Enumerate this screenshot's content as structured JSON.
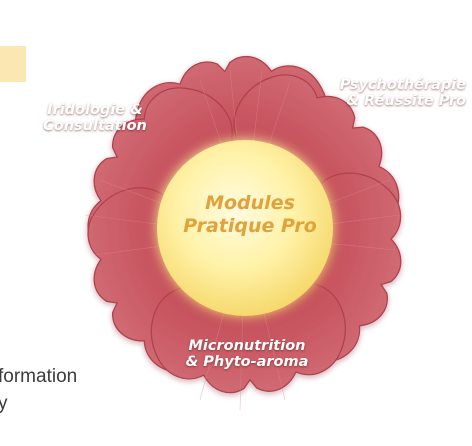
{
  "center": {
    "line1": "Modules",
    "line2": "Pratique Pro"
  },
  "petals": [
    {
      "line1": "Iridologie &",
      "line2": "Consultation"
    },
    {
      "line1": "Psychothérapie",
      "line2": "& Réussite Pro"
    },
    {
      "line1": "Micronutrition",
      "line2": "& Phyto-aroma"
    }
  ],
  "side_text": {
    "line1": "formation",
    "line2": "y"
  },
  "colors": {
    "petal": "#c8505a",
    "petal_dark": "#a93a44",
    "center_fill": "#fff2a8",
    "center_text": "#e3a13a",
    "label_text": "#ffffff",
    "tag": "#fbe7b2"
  }
}
